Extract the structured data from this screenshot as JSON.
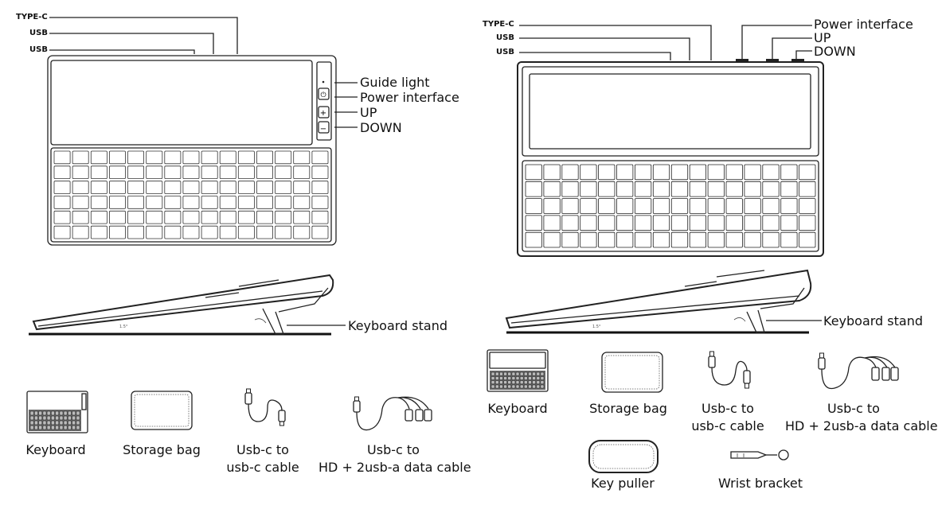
{
  "left": {
    "ports": [
      "TYPE-C",
      "USB",
      "USB"
    ],
    "side_buttons": [
      "Guide light",
      "Power interface",
      "UP",
      "DOWN"
    ],
    "stand": "Keyboard stand",
    "accessories": {
      "keyboard": "Keyboard",
      "bag": "Storage bag",
      "cable1": [
        "Usb-c to",
        "usb-c cable"
      ],
      "cable2": [
        "Usb-c to",
        "HD + 2usb-a data cable"
      ]
    }
  },
  "right": {
    "ports": [
      "TYPE-C",
      "USB",
      "USB"
    ],
    "top_buttons": [
      "Power interface",
      "UP",
      "DOWN"
    ],
    "stand": "Keyboard stand",
    "accessories": {
      "keyboard": "Keyboard",
      "bag": "Storage bag",
      "cable1": [
        "Usb-c to",
        "usb-c cable"
      ],
      "cable2": [
        "Usb-c to",
        "HD + 2usb-a data cable"
      ],
      "puller": "Key puller",
      "bracket": "Wrist bracket"
    }
  }
}
